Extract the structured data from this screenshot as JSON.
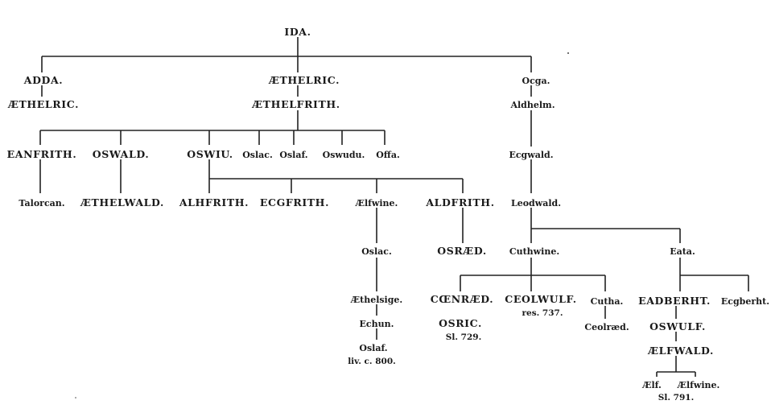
{
  "people": {
    "ida": "IDA.",
    "adda": "ADDA.",
    "aethelric_adda": "ÆTHELRIC.",
    "aethelric": "ÆTHELRIC.",
    "aethelfrith": "ÆTHELFRITH.",
    "ocga": "Ocga.",
    "aldhelm": "Aldhelm.",
    "ecgwald": "Ecgwald.",
    "leodwald": "Leodwald.",
    "eanfrith": "EANFRITH.",
    "oswald": "OSWALD.",
    "oswiu": "OSWIU.",
    "oslac": "Oslac.",
    "oslaf": "Oslaf.",
    "oswudu": "Oswudu.",
    "offa": "Offa.",
    "talorcan": "Talorcan.",
    "aethelwald": "ÆTHELWALD.",
    "alhfrith": "ALHFRITH.",
    "ecgfrith": "ECGFRITH.",
    "aelfwine": "Ælfwine.",
    "aldfrith": "ALDFRITH.",
    "oslac2": "Oslac.",
    "osraed": "OSRÆD.",
    "aethelsige": "Æthelsige.",
    "echun": "Echun.",
    "oslaf2": "Oslaf.",
    "oslaf2_note": "liv. c. 800.",
    "cuthwine": "Cuthwine.",
    "eata": "Eata.",
    "coenraed": "CŒNRÆD.",
    "osric": "OSRIC.",
    "osric_note": "Sl. 729.",
    "ceolwulf": "CEOLWULF.",
    "ceolwulf_note": "res. 737.",
    "cutha": "Cutha.",
    "ceolraed": "Ceolræd.",
    "eadberht": "EADBERHT.",
    "ecgberht": "Ecgberht.",
    "oswulf": "OSWULF.",
    "aelfwald": "ÆLFWALD.",
    "aelf": "Ælf.",
    "aelfwine2": "Ælfwine.",
    "aelf_note": "Sl. 791."
  }
}
